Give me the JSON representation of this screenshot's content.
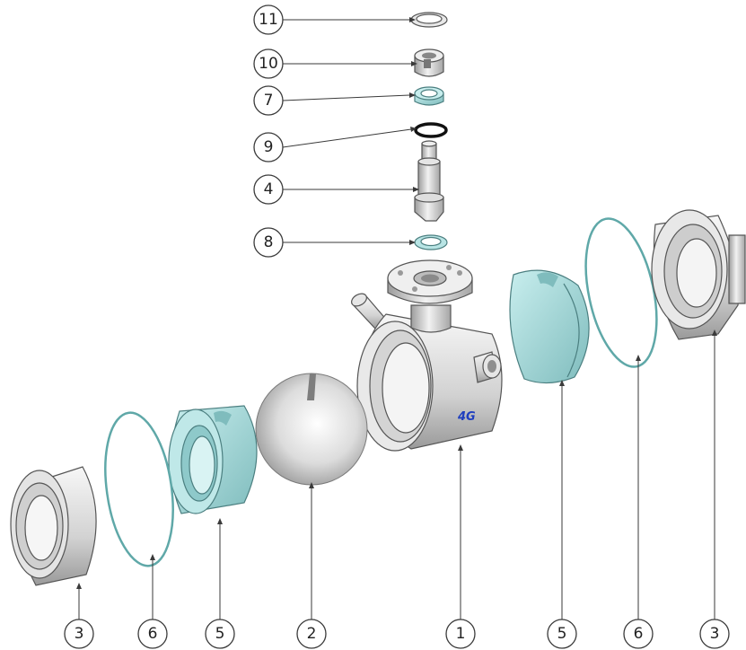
{
  "diagram": {
    "brand_mark": "4G",
    "colors": {
      "steel_light": "#f2f2f2",
      "steel_mid": "#c9c9c9",
      "steel_dark": "#8a8a8a",
      "seal_teal": "#a7dcdc",
      "seal_teal_dark": "#6fb1b2",
      "oring_teal": "#5fa8a8",
      "oring_black": "#111111",
      "brand_blue": "#1f3fbf"
    },
    "callouts_stem": [
      {
        "label": "11"
      },
      {
        "label": "10"
      },
      {
        "label": "7"
      },
      {
        "label": "9"
      },
      {
        "label": "4"
      },
      {
        "label": "8"
      }
    ],
    "callouts_bottom": [
      {
        "label": "3"
      },
      {
        "label": "6"
      },
      {
        "label": "5"
      },
      {
        "label": "2"
      },
      {
        "label": "1"
      },
      {
        "label": "5"
      },
      {
        "label": "6"
      },
      {
        "label": "3"
      }
    ]
  }
}
